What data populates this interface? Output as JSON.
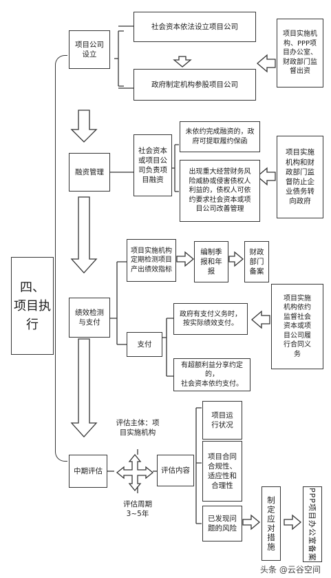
{
  "section_title": "四、\n项目执行",
  "sections": {
    "setup": "项目公司\n设立",
    "financing": "融资管理",
    "performance": "绩效检测\n与支付",
    "midterm": "中期评估"
  },
  "setup": {
    "social_capital": "社会资本依法设立项目公司",
    "gov_equity": "政府制定机构参股项目公司",
    "supervisor": "项目实施机\n构、PPP项\n目办公室、\n财政部门监\n督出资"
  },
  "financing": {
    "responsible": "社会资本\n或项目公\n司负责项\n目融资",
    "guarantee": "未依约完成融资的，政\n府可提取履约保函",
    "risk": "出现重大经营财务风\n险威胁或侵害债权人\n利益的，债权人可依\n约要求社会资本或项\n目公司改善管理",
    "supervisor": "项目实施\n机构和财\n政部门监\n督防止企\n业债务转\n向政府"
  },
  "performance": {
    "monitor": "项目实施机构\n定期检测项目\n产出绩效指标",
    "report": "编制季\n报和年\n报",
    "finance_record": "财政\n部门\n备案",
    "payment": "支付",
    "gov_pay": "政府有支付义务时，\n按实际绩效支付。",
    "excess_profit": "有超额利益分享约定的，\n社会资本依约支付。",
    "supervisor": "项目实施\n机构依约\n监督社会\n资本或项\n目公司履\n行合同义\n务"
  },
  "midterm": {
    "subject": "评估主体：项\n目实施机构",
    "period": "评估周期\n3~5年",
    "content": "评估内容",
    "status": "项目运\n行状况",
    "compliance": "项目合同\n合规性、\n适应性和\n合理性",
    "risks": "已发现问\n题的风险",
    "measures": "制定应对措施",
    "ppp_record": "PPP项目办公室备案"
  },
  "watermark": "头条 @云谷空间"
}
